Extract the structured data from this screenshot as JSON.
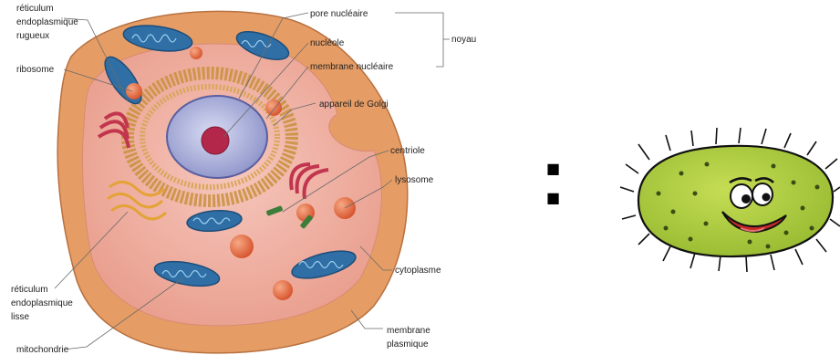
{
  "cell_diagram": {
    "labels": {
      "reticulum_rugueux": [
        "réticulum",
        "endoplasmique",
        "rugueux"
      ],
      "ribosome": "ribosome",
      "pore_nucleaire": "pore nucléaire",
      "nucleole": "nucléole",
      "membrane_nucleaire": "membrane nucléaire",
      "noyau": "noyau",
      "appareil_golgi": "appareil de Golgi",
      "centriole": "centriole",
      "lysosome": "lysosome",
      "cytoplasme": "cytoplasme",
      "reticulum_lisse": [
        "réticulum",
        "endoplasmique",
        "lisse"
      ],
      "mitochondrie": "mitochondrie",
      "membrane_plasmique": [
        "membrane",
        "plasmique"
      ]
    }
  },
  "bullets": {
    "symbol": "■"
  },
  "colors": {
    "cell_outer": "#e9a772",
    "cytoplasm": "#f1b4a6",
    "mitochondria": "#2f6fa6",
    "golgi": "#c2354e",
    "ribosome": "#df6a3e",
    "bacterium": "#a9c93a"
  }
}
